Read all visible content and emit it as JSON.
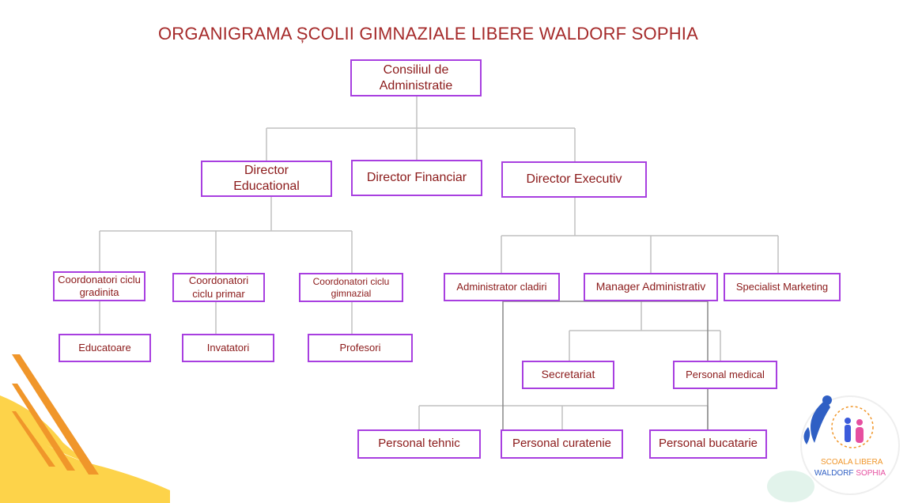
{
  "title": "ORGANIGRAMA ȘCOLII GIMNAZIALE LIBERE WALDORF SOPHIA",
  "nodes": {
    "consiliul": "Consiliul de Administratie",
    "director_educational": "Director Educational",
    "director_financiar": "Director Financiar",
    "director_executiv": "Director Executiv",
    "coord_gradinita": "Coordonatori ciclu gradinita",
    "coord_primar": "Coordonatori ciclu primar",
    "coord_gimnazial": "Coordonatori ciclu gimnazial",
    "educatoare": "Educatoare",
    "invatatori": "Invatatori",
    "profesori": "Profesori",
    "admin_cladiri": "Administrator cladiri",
    "manager_admin": "Manager Administrativ",
    "specialist_marketing": "Specialist Marketing",
    "secretariat": "Secretariat",
    "personal_medical": "Personal medical",
    "personal_tehnic": "Personal tehnic",
    "personal_curatenie": "Personal curatenie",
    "personal_bucatarie": "Personal bucatarie"
  },
  "logo": {
    "line1": "SCOALA LIBERA",
    "line2a": "WALDORF",
    "line2b": "SOPHIA"
  },
  "colors": {
    "title": "#a52a2a",
    "box_border": "#a83fe0",
    "box_text": "#8b1a1a",
    "connector": "#bfbfbf",
    "deco_orange": "#f0962a",
    "deco_yellow": "#fdd34a"
  }
}
